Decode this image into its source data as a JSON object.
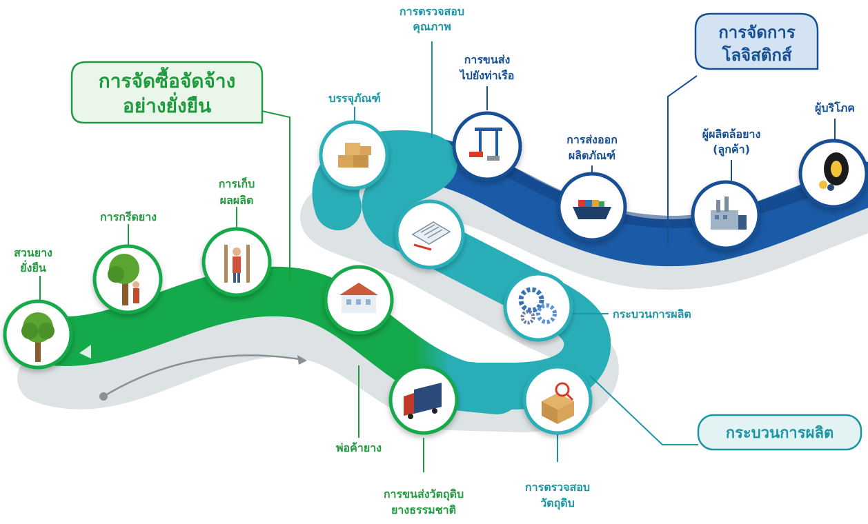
{
  "colors": {
    "green": "#14a94a",
    "teal": "#29aeb8",
    "blue": "#1d5da8",
    "dark_blue": "#123f7f",
    "label_green": "#1f9a3e",
    "label_teal": "#1b95a4",
    "label_blue": "#174f93"
  },
  "sections": {
    "procurement": {
      "line1": "การจัดซื้อจัดจ้าง",
      "line2": "อย่างยั่งยืน"
    },
    "logistics": {
      "line1": "การจัดการ",
      "line2": "โลจิสติกส์"
    },
    "production": {
      "line1": "กระบวนการผลิต"
    }
  },
  "stages": {
    "plantation": {
      "line1": "สวนยาง",
      "line2": "ยั่งยืน",
      "icon": "tree-icon"
    },
    "tapping": {
      "line1": "การกรีดยาง",
      "icon": "rubber-tapping-icon"
    },
    "harvest": {
      "line1": "การเก็บ",
      "line2": "ผลผลิต",
      "icon": "harvest-worker-icon"
    },
    "dealer": {
      "line1": "พ่อค้ายาง",
      "icon": "warehouse-icon"
    },
    "transport_raw": {
      "line1": "การขนส่งวัตถุดิบ",
      "line2": "ยางธรรมชาติ",
      "icon": "truck-icon"
    },
    "raw_inspection": {
      "line1": "การตรวจสอบ",
      "line2": "วัตถุดิบ",
      "icon": "box-inspection-icon"
    },
    "manufacturing": {
      "line1": "กระบวนการผลิต",
      "icon": "gears-icon"
    },
    "quality_check": {
      "line1": "การตรวจสอบ",
      "line2": "คุณภาพ",
      "icon": "clipboard-icon"
    },
    "packaging": {
      "line1": "บรรจุภัณฑ์",
      "icon": "boxes-icon"
    },
    "port_transport": {
      "line1": "การขนส่ง",
      "line2": "ไปยังท่าเรือ",
      "icon": "port-crane-icon"
    },
    "export": {
      "line1": "การส่งออก",
      "line2": "ผลิตภัณฑ์",
      "icon": "cargo-ship-icon"
    },
    "tire_maker": {
      "line1": "ผู้ผลิตล้อยาง",
      "line2": "(ลูกค้า)",
      "icon": "factory-icon"
    },
    "consumer": {
      "line1": "ผู้บริโภค",
      "icon": "tires-icon"
    }
  }
}
